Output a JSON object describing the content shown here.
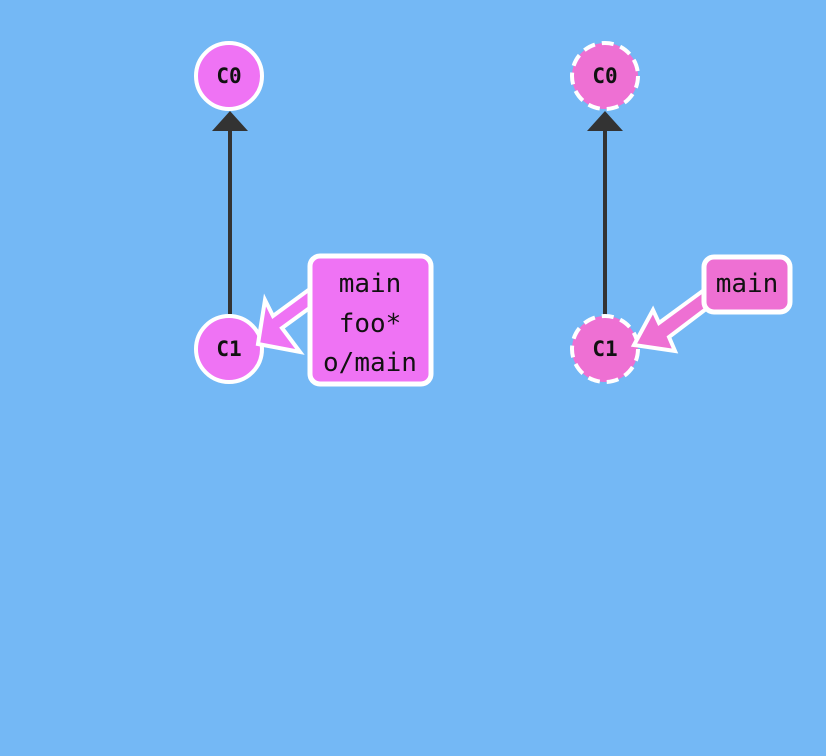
{
  "colors": {
    "background": "#74b8f5",
    "local_commit": "#ef73f4",
    "remote_commit": "#ee70d3",
    "edge": "#333333",
    "outline": "#ffffff"
  },
  "local_repo": {
    "commits": [
      {
        "id": "C0",
        "label": "C0"
      },
      {
        "id": "C1",
        "label": "C1"
      }
    ],
    "branch_label": {
      "lines": [
        "main",
        "foo*",
        "o/main"
      ]
    }
  },
  "remote_repo": {
    "commits": [
      {
        "id": "C0",
        "label": "C0"
      },
      {
        "id": "C1",
        "label": "C1"
      }
    ],
    "branch_label": {
      "lines": [
        "main"
      ]
    }
  }
}
